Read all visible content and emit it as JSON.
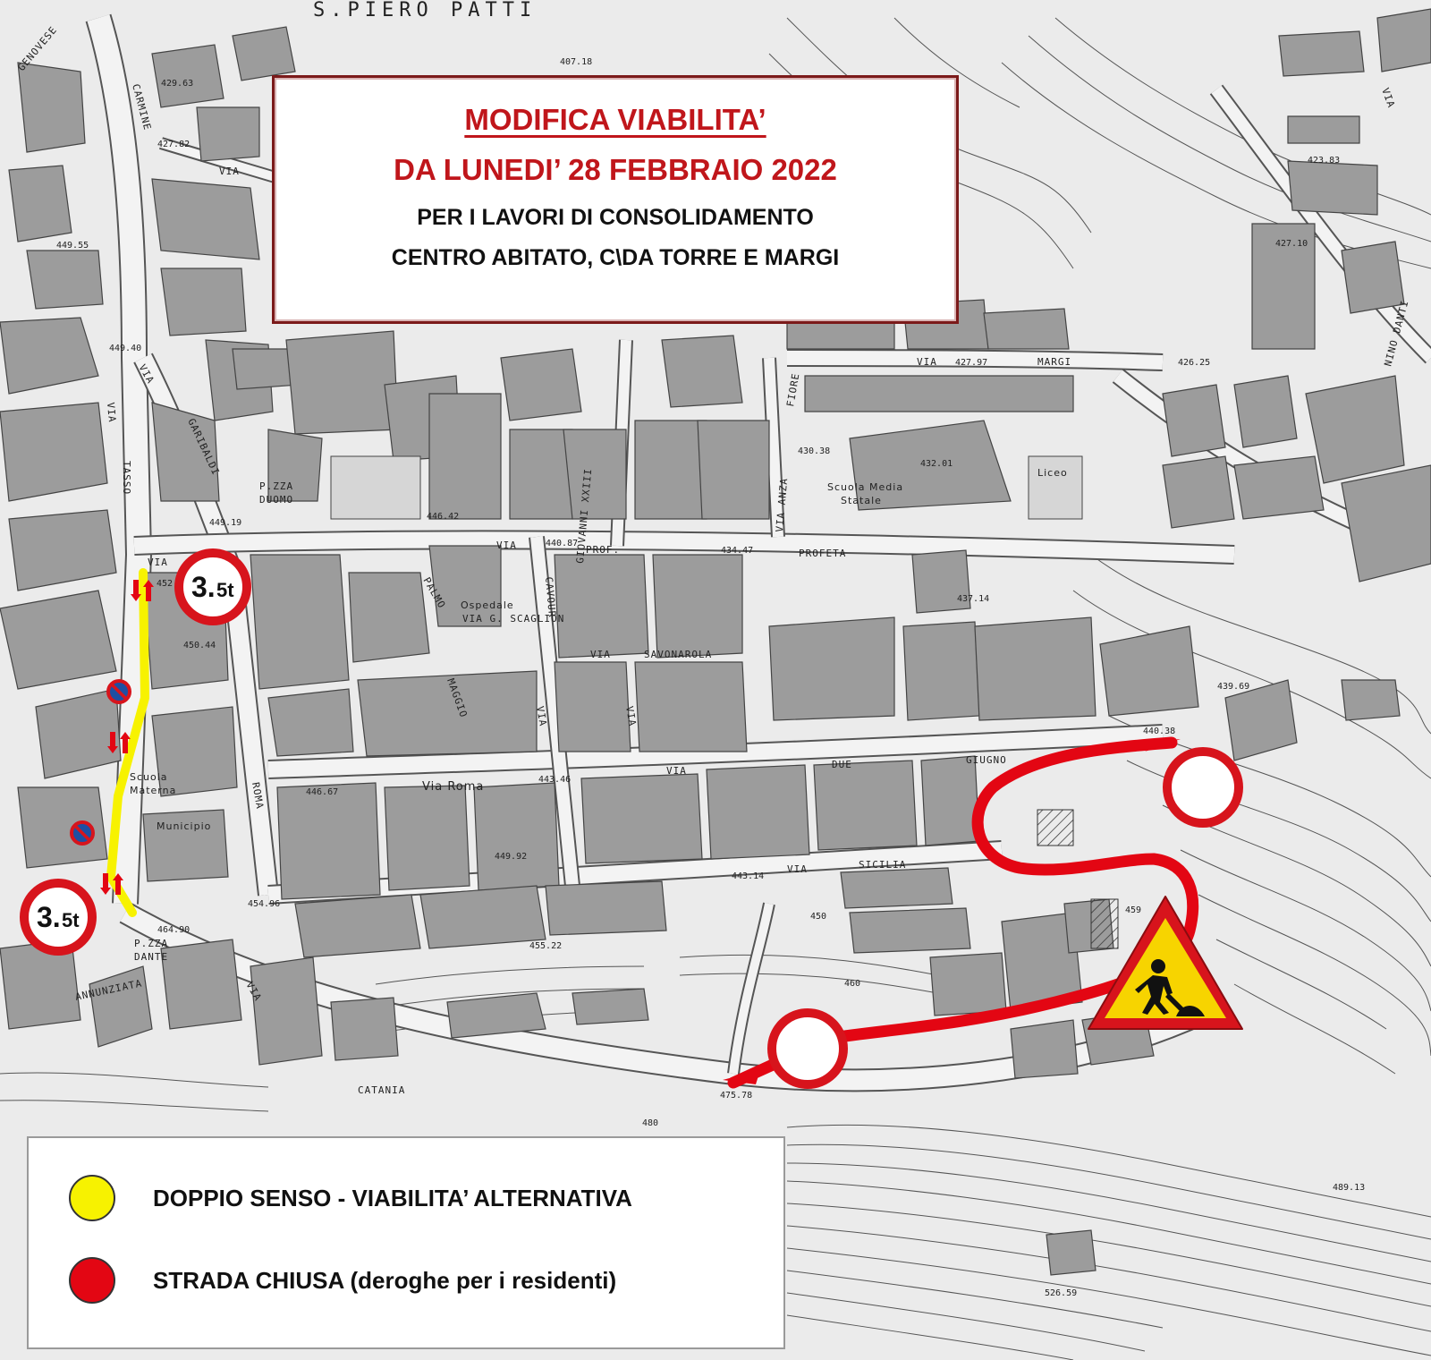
{
  "title": {
    "line1": "MODIFICA  VIABILITA’",
    "line2": "DA LUNEDI’ 28 FEBBRAIO 2022",
    "line3": "PER I LAVORI DI CONSOLIDAMENTO",
    "line4": "CENTRO ABITATO, C\\DA TORRE E MARGI"
  },
  "legend": {
    "items": [
      {
        "label": "DOPPIO SENSO - VIABILITA’ ALTERNATIVA",
        "color": "#f7f200"
      },
      {
        "label": "STRADA CHIUSA (deroghe per i residenti)",
        "color": "#e30613"
      }
    ]
  },
  "colors": {
    "closed_route": "#e30613",
    "alternative_route": "#f7f200",
    "sign_border": "#d7141c",
    "title_red": "#c0161b"
  },
  "signs": {
    "weight_limit": "3.5t",
    "weight_value": "3.",
    "weight_unit": "5t"
  },
  "map": {
    "header_text": "S.PIERO PATTI",
    "streets": {
      "carmine": "CARMINE",
      "genovese": "GENOVESE",
      "via_1": "VIA",
      "garibaldi": "GARIBALDI",
      "tasso": "TASSO",
      "via_2": "VIA",
      "pzza_duomo_1": "P.ZZA",
      "pzza_duomo_2": "DUOMO",
      "via_3": "VIA",
      "via_4": "VIA",
      "prof": "PROF.",
      "cavour": "CAVOUR",
      "giovanni": "GIOVANNI XXIII",
      "palmo": "PALMO",
      "maggio": "MAGGIO",
      "ospedale": "Ospedale",
      "scaglion": "VIA G. SCAGLION",
      "via_5": "VIA",
      "savonarola": "SAVONAROLA",
      "profeta": "PROFETA",
      "via_anza": "VIA ANZA",
      "fiore": "FIORE",
      "via_6": "VIA",
      "margi": "MARGI",
      "scuola_media_1": "Scuola Media",
      "scuola_media_2": "Statale",
      "liceo": "Liceo",
      "via_roma": "Via Roma",
      "via_7": "VIA",
      "due": "DUE",
      "giugno": "GIUGNO",
      "roma": "ROMA",
      "scuola_materna_1": "Scuola",
      "scuola_materna_2": "Materna",
      "municipio": "Municipio",
      "via_8": "VIA",
      "sicilia": "SICILIA",
      "pzza_dante_1": "P.ZZA",
      "pzza_dante_2": "DANTE",
      "annunziata": "ANNUNZIATA",
      "catania": "CATANIA",
      "via_9": "VIA",
      "via_10": "VIA",
      "nino": "NINO DANTI",
      "via_11": "VIA",
      "via_12": "VIA",
      "via_13": "VIA"
    },
    "elevations": {
      "e1": "407.18",
      "e2": "429.63",
      "e3": "427.82",
      "e4": "423.83",
      "e5": "449.55",
      "e6": "427.10",
      "e7": "449.40",
      "e8": "427.97",
      "e9": "426.25",
      "e10": "430.38",
      "e11": "432.01",
      "e12": "446.42",
      "e13": "449.19",
      "e14": "440.87",
      "e15": "434.47",
      "e16": "452",
      "e17": "437.14",
      "e18": "450.44",
      "e19": "439.69",
      "e20": "440.38",
      "e21": "443.46",
      "e22": "446.67",
      "e23": "449.92",
      "e24": "443.14",
      "e25": "459",
      "e26": "454.96",
      "e27": "464.90",
      "e28": "455.22",
      "e29": "460",
      "e30": "450",
      "e31": "475.78",
      "e32": "480",
      "e33": "489.13",
      "e34": "526.59"
    }
  }
}
